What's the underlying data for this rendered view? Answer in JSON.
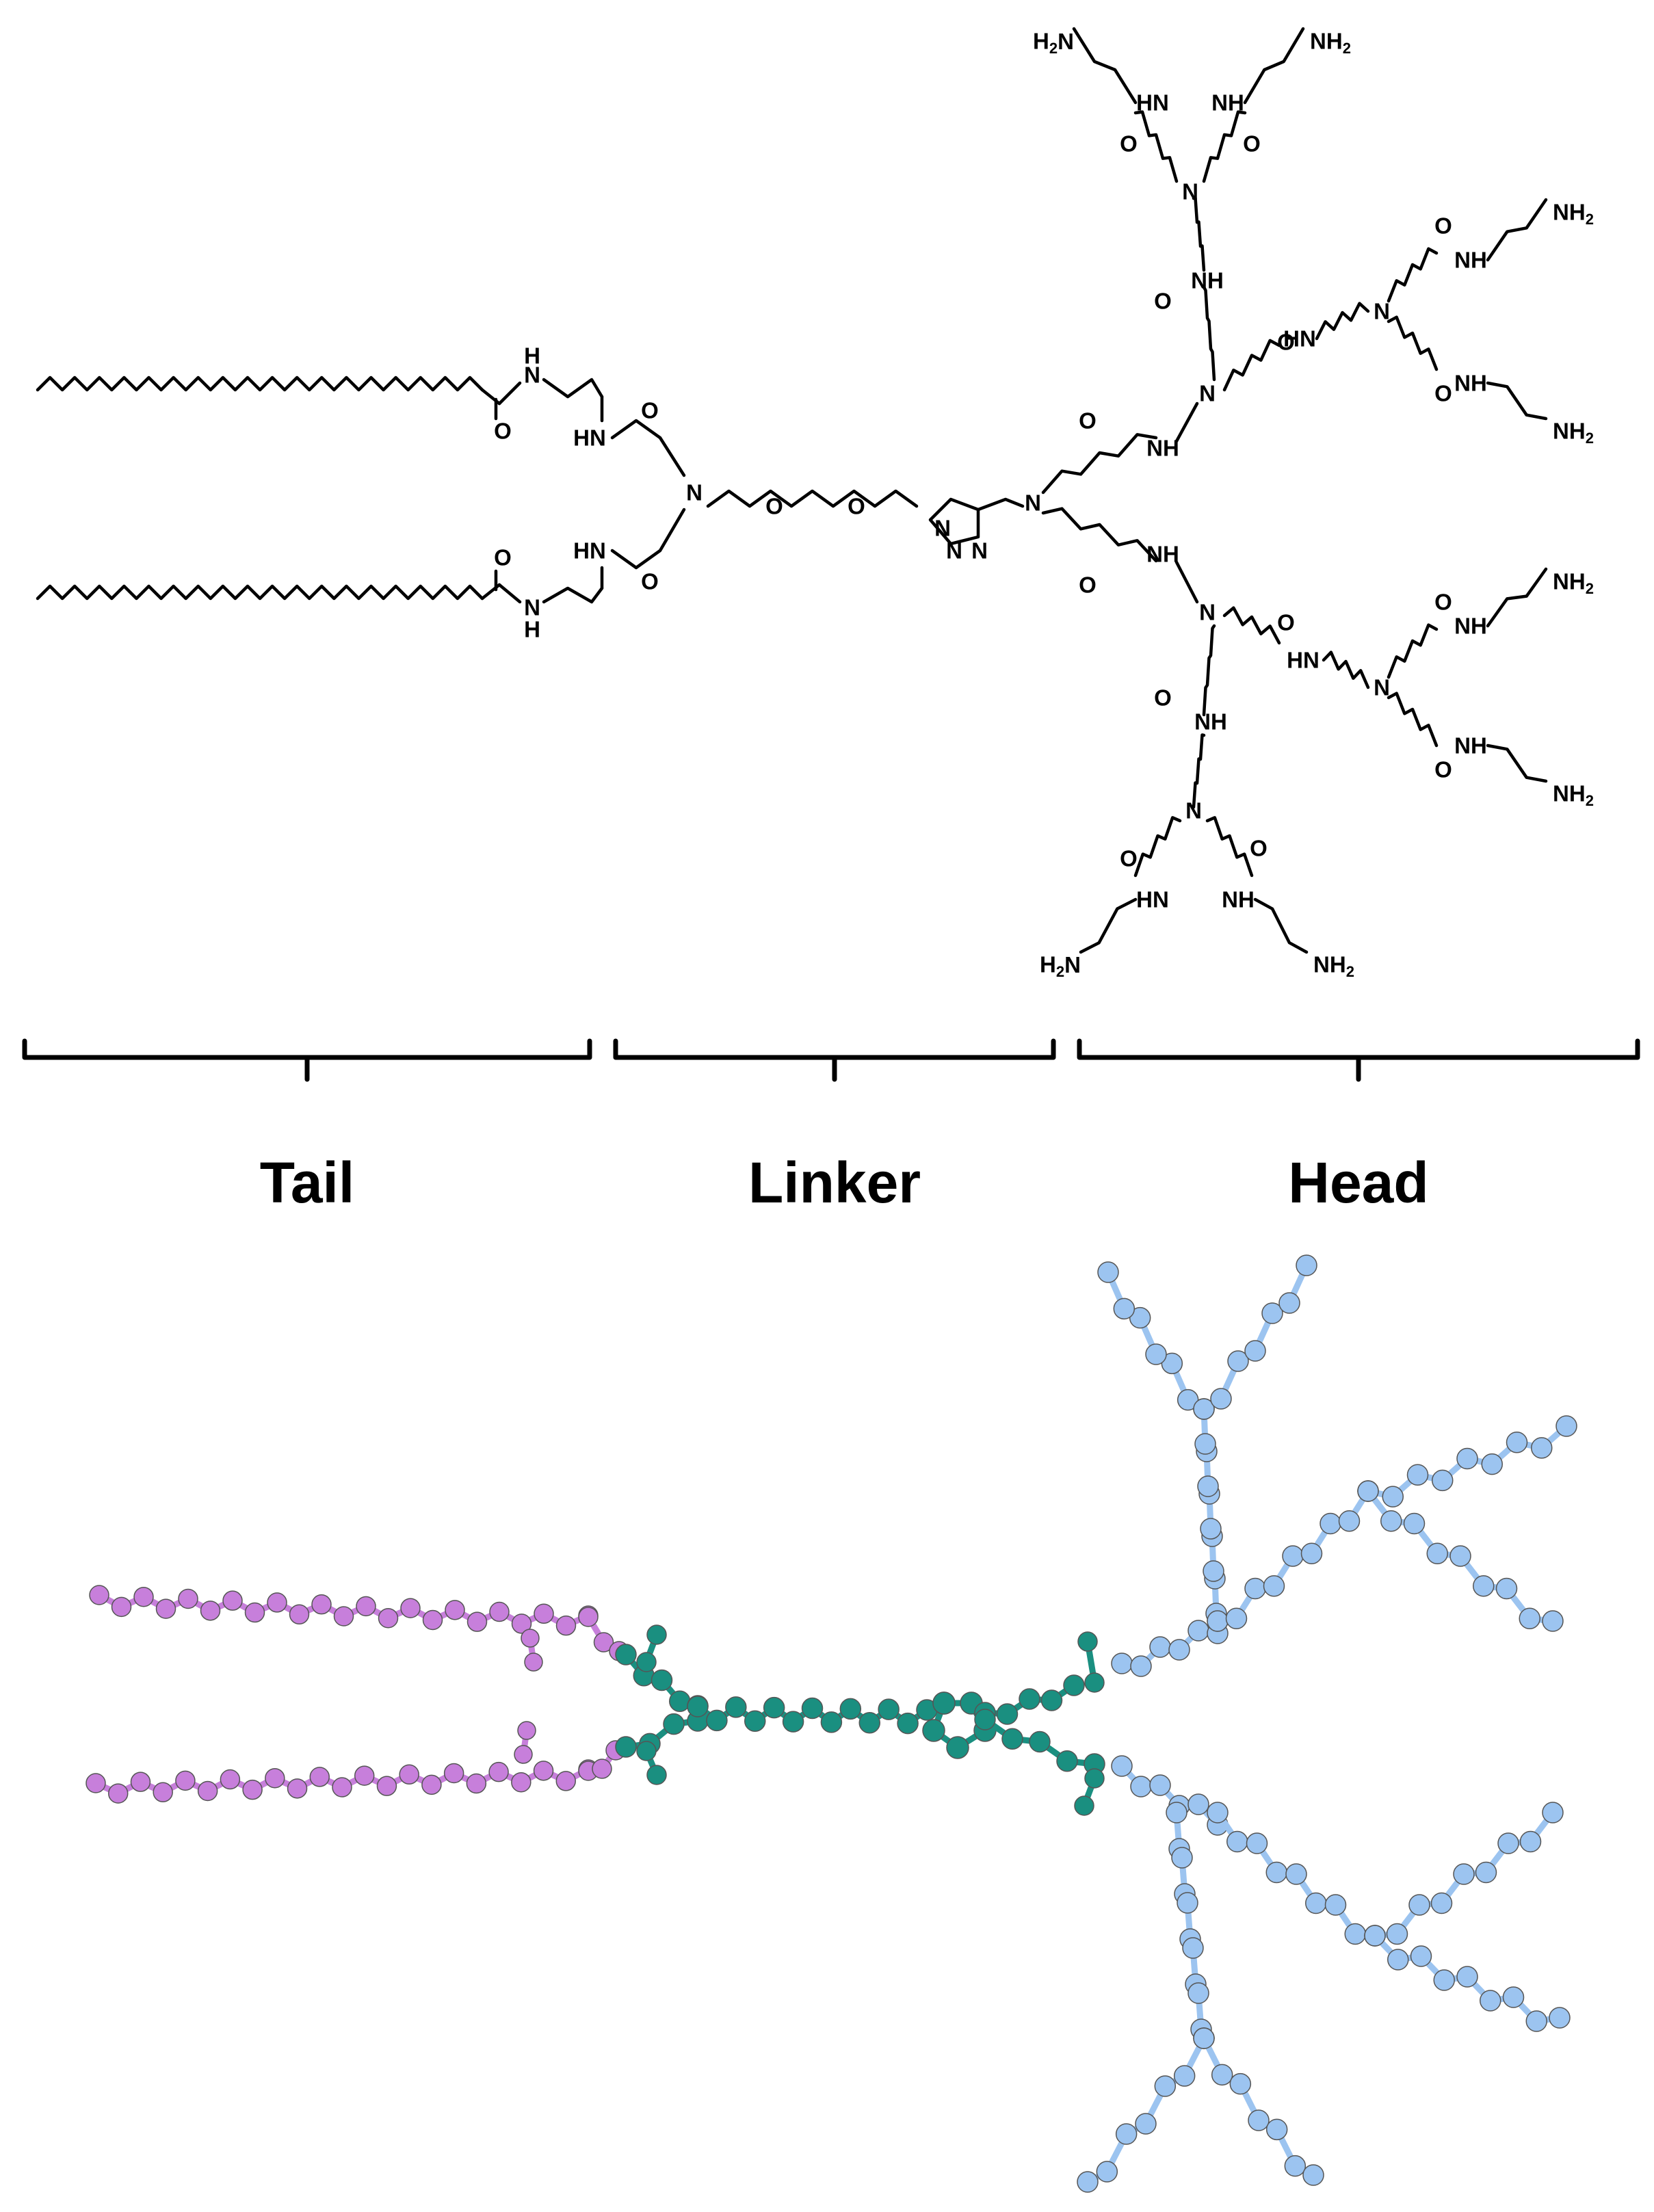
{
  "sections": [
    {
      "id": "tail",
      "label": "Tail"
    },
    {
      "id": "linker",
      "label": "Linker"
    },
    {
      "id": "head",
      "label": "Head"
    }
  ],
  "atom_labels": {
    "nh": "NH",
    "hn": "HN",
    "n": "N",
    "h": "H",
    "o": "O",
    "nh2": "NH",
    "h2n": "H",
    "h2n_tail": "N",
    "sub2": "2"
  },
  "colors": {
    "tail": "#c77fdb",
    "linker": "#1a8f80",
    "head": "#9cc4f0"
  }
}
